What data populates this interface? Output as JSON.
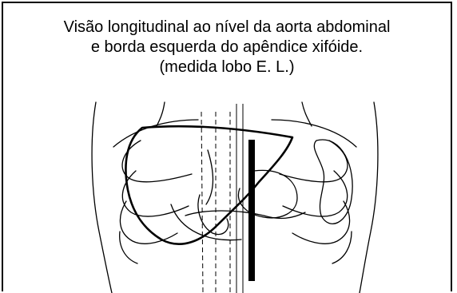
{
  "caption": {
    "line1": "Visão longitudinal ao nível da aorta abdominal",
    "line2": "e borda esquerda do apêndice xifóide.",
    "line3": "(medida lobo E. L.)"
  },
  "colors": {
    "ink": "#000000",
    "background": "#ffffff"
  }
}
